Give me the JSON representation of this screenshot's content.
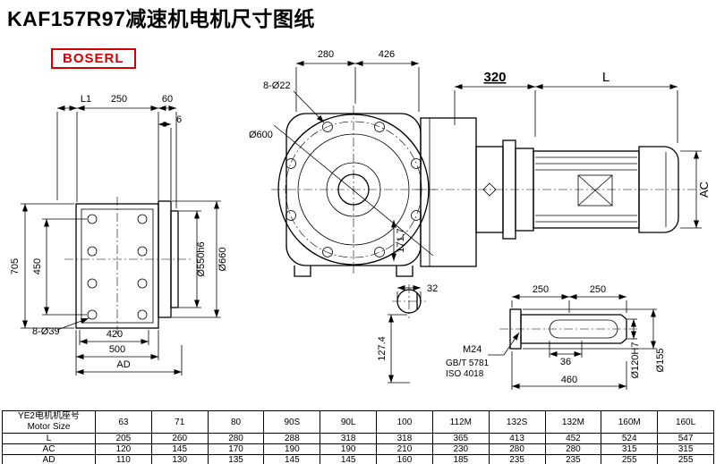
{
  "page": {
    "title": "KAF157R97减速机电机尺寸图纸",
    "logo": "BOSERL"
  },
  "drawing": {
    "front": {
      "d280": "280",
      "d426": "426",
      "bolt": "8-Ø22",
      "dia": "Ø600",
      "d171": "171.7"
    },
    "motor": {
      "d320": "320",
      "dL": "L",
      "dAC": "AC"
    },
    "left": {
      "dL1": "L1",
      "d250": "250",
      "d60": "60",
      "d6": "6",
      "d705": "705",
      "d450": "450",
      "dia550": "Ø550h6",
      "dia660": "Ø660",
      "bolt": "8-Ø39",
      "d420": "420",
      "d500": "500",
      "dAD": "AD"
    },
    "section": {
      "d32": "32",
      "d127": "127.4"
    },
    "shaft": {
      "d250a": "250",
      "d250b": "250",
      "m24": "M24",
      "gbt": "GB/T 5781",
      "iso": "ISO 4018",
      "d36": "36",
      "d460": "460",
      "dia120": "Ø120H7",
      "dia155": "Ø155"
    }
  },
  "table": {
    "header_cn": "YE2电机机座号",
    "header_en": "Motor Size",
    "columns": [
      "63",
      "71",
      "80",
      "90S",
      "90L",
      "100",
      "112M",
      "132S",
      "132M",
      "160M",
      "160L"
    ],
    "rows": [
      {
        "label": "L",
        "values": [
          "205",
          "260",
          "280",
          "288",
          "318",
          "318",
          "365",
          "413",
          "452",
          "524",
          "547"
        ]
      },
      {
        "label": "AC",
        "values": [
          "120",
          "145",
          "170",
          "190",
          "190",
          "210",
          "230",
          "280",
          "280",
          "315",
          "315"
        ]
      },
      {
        "label": "AD",
        "values": [
          "110",
          "130",
          "135",
          "145",
          "145",
          "160",
          "185",
          "235",
          "235",
          "255",
          "255"
        ]
      }
    ]
  }
}
